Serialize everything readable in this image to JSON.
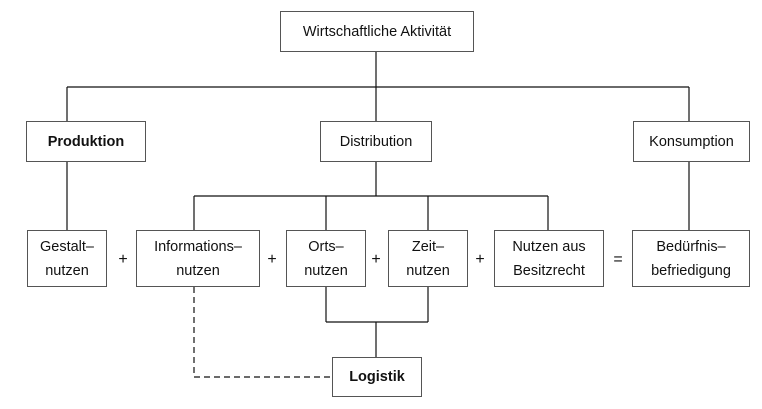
{
  "diagram": {
    "root": "Wirtschaftliche Aktivität",
    "level2": {
      "produktion": "Produktion",
      "distribution": "Distribution",
      "konsumption": "Konsumption"
    },
    "level3": {
      "gestaltnutzen": "Gestalt–\nnutzen",
      "informationsnutzen": "Informations–\nnutzen",
      "ortsnutzen": "Orts–\nnutzen",
      "zeitnutzen": "Zeit–\nnutzen",
      "besitz": "Nutzen aus\nBesitzrecht",
      "beduerfnis": "Bedürfnis–\nbefriedigung"
    },
    "logistik": "Logistik",
    "operators": {
      "plus": "+",
      "equals": "="
    }
  }
}
